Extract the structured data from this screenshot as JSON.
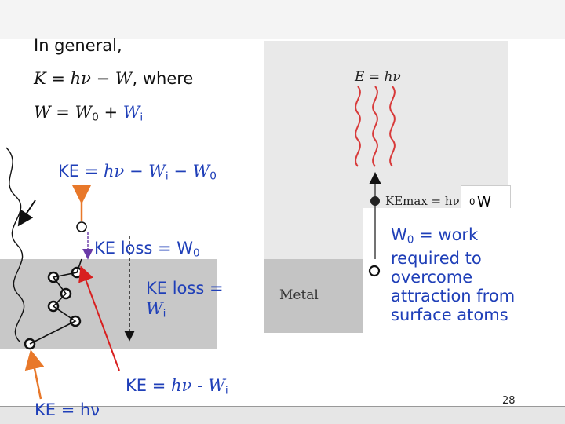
{
  "lines": {
    "general": "In general,",
    "eq1_k": "K",
    "eq1_eq": " = ",
    "eq1_hv": "hν",
    "eq1_minus": " − ",
    "eq1_w": "W",
    "eq1_where": ", where",
    "eq2_w": "W",
    "eq2_eq": " = ",
    "eq2_w0": "W",
    "eq2_0": "0",
    "eq2_plus": " + ",
    "eq2_wi": "W",
    "eq2_i": "i"
  },
  "ke_eq": {
    "ke": "KE = ",
    "hv": "hν",
    "m1": " − ",
    "w": "W",
    "i": "i",
    "m2": " − ",
    "w0": "W",
    "zero": "0"
  },
  "ke_loss_w0": {
    "text": "KE loss = W",
    "sub": "0"
  },
  "ke_loss_wi": {
    "line1": "KE loss =",
    "w": "W",
    "i": "i"
  },
  "ke_bottom": {
    "ke": "KE = ",
    "hv": "hν",
    "minus": " - ",
    "w": "W",
    "i": "i"
  },
  "ke_hv": "KE = hν",
  "photo": {
    "e_hv": "E = hν",
    "ke_max": "KEmax = hν −",
    "metal": "Metal",
    "w0_label": "W",
    "w0_sub": "0"
  },
  "w0_desc": {
    "w": "W",
    "sub": "0",
    "line1": " = work",
    "line2": "required to",
    "line3": "overcome",
    "line4": "attraction from",
    "line5": "surface atoms"
  },
  "page_number": "28",
  "colors": {
    "orange": "#e8782a",
    "red": "#d81f1f",
    "blue": "#1f3fb8",
    "purple": "#6a3aa8",
    "gray": "#c8c8c8"
  }
}
